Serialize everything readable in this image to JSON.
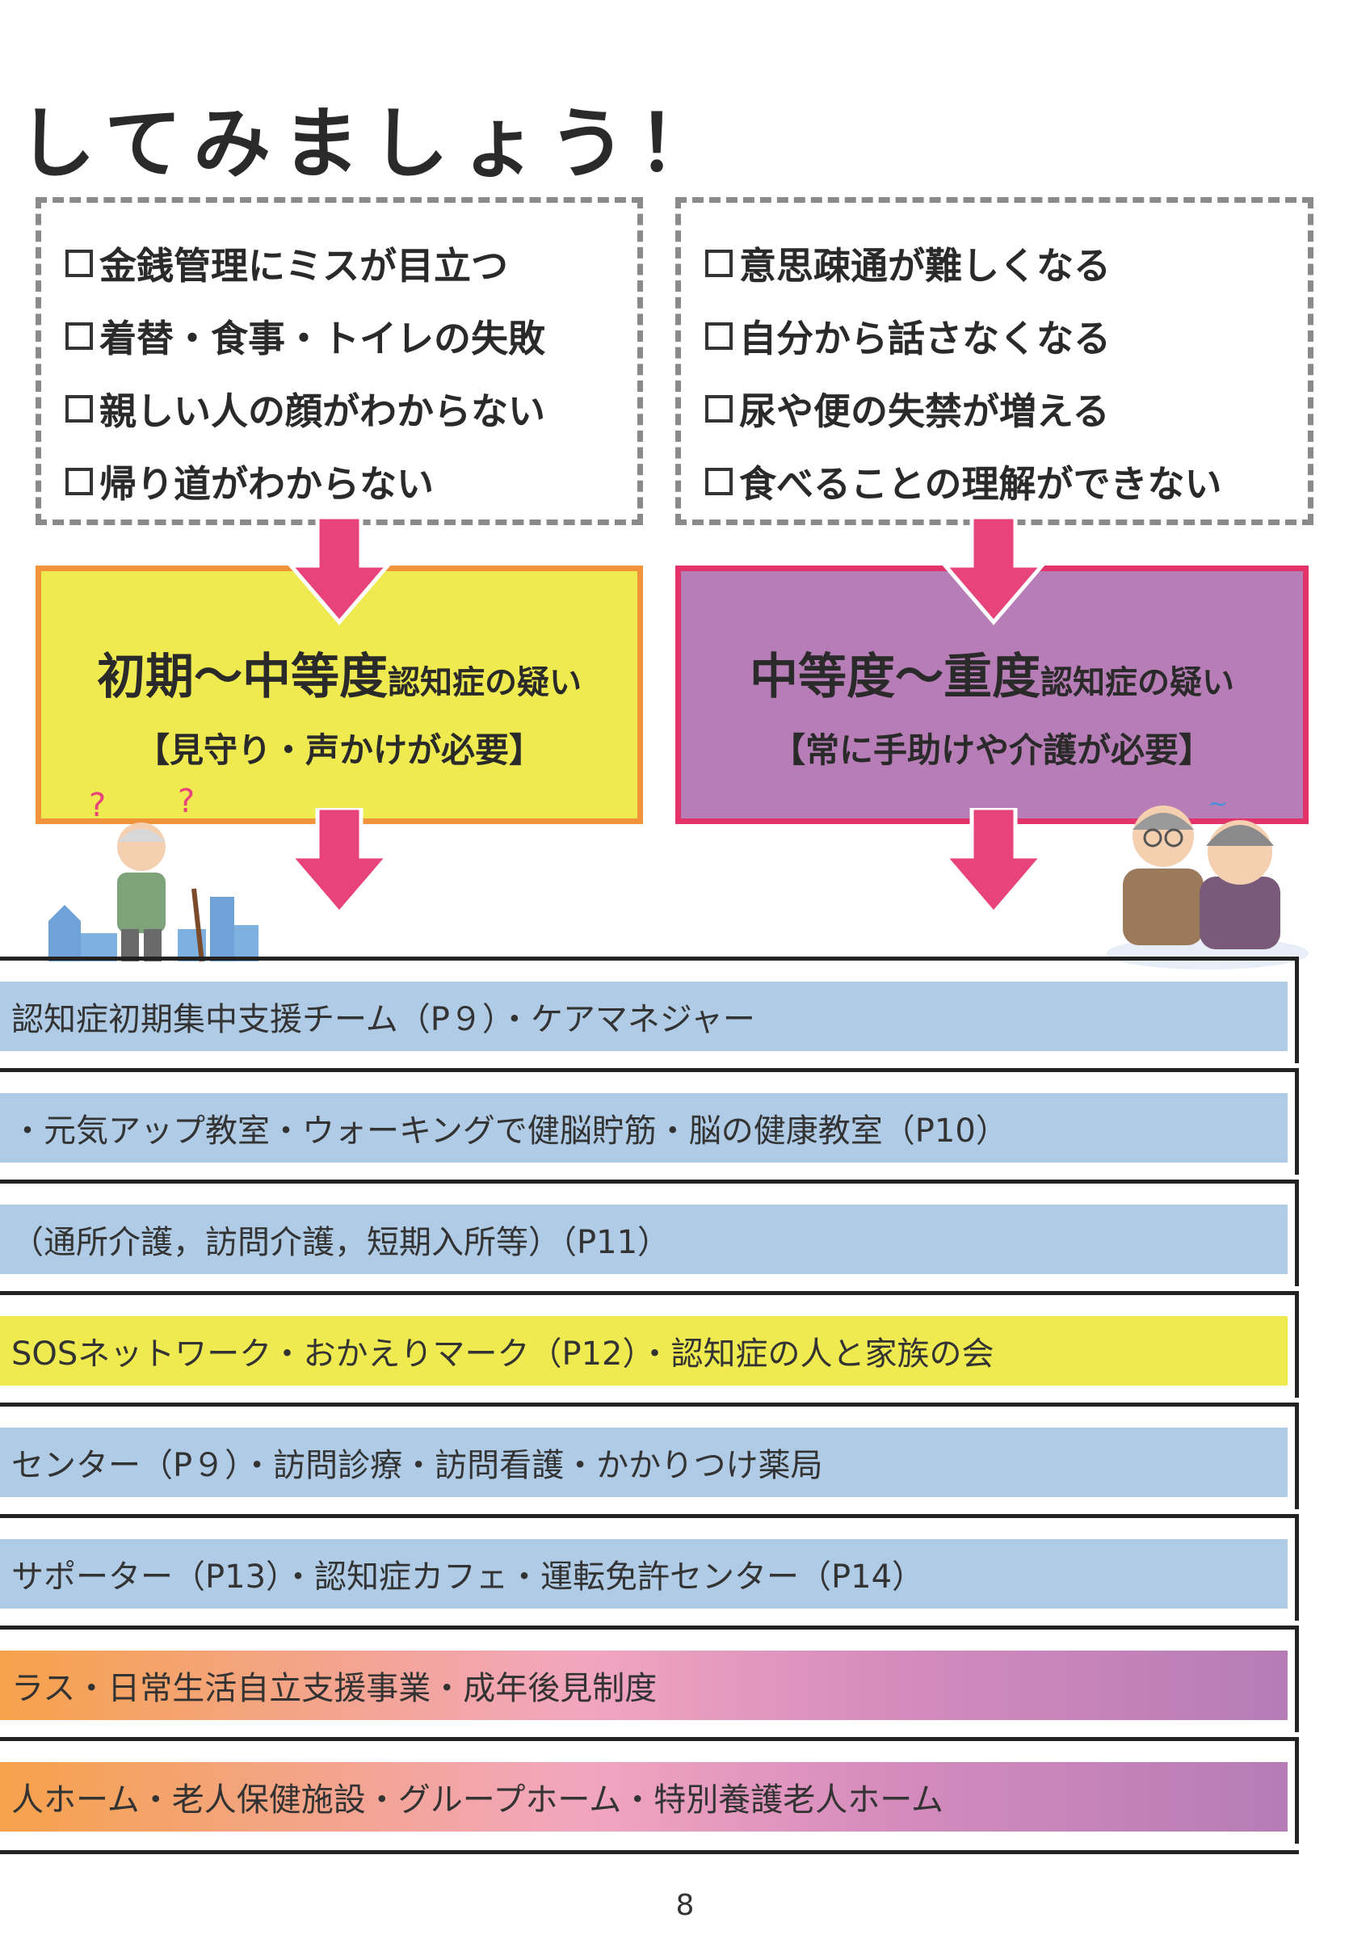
{
  "heading": "してみましょう！",
  "checklist_left": [
    "金銭管理にミスが目立つ",
    "着替・食事・トイレの失敗",
    "親しい人の顔がわからない",
    "帰り道がわからない"
  ],
  "checklist_right": [
    "意思疎通が難しくなる",
    "自分から話さなくなる",
    "尿や便の失禁が増える",
    "食べることの理解ができない"
  ],
  "stage_left": {
    "title_main": "初期～中等度",
    "title_suffix": "認知症の疑い",
    "subtitle": "【見守り・声かけが必要】"
  },
  "stage_right": {
    "title_main": "中等度～重度",
    "title_suffix": "認知症の疑い",
    "subtitle": "【常に手助けや介護が必要】"
  },
  "colors": {
    "yellow": "#eeea4f",
    "orange_border": "#f1933a",
    "purple": "#b77db6",
    "pink_border": "#e2336b",
    "arrow_pink": "#e8437a",
    "blue_bar": "#b0cbe5"
  },
  "services": [
    {
      "text": "認知症初期集中支援チーム（P９）・ケアマネジャー",
      "style": "blue"
    },
    {
      "text": "・元気アップ教室・ウォーキングで健脳貯筋・脳の健康教室（P10）",
      "style": "blue"
    },
    {
      "text": "（通所介護，訪問介護，短期入所等）（P11）",
      "style": "blue"
    },
    {
      "text": "SOSネットワーク・おかえりマーク（P12）・認知症の人と家族の会",
      "style": "yellow"
    },
    {
      "text": "センター（P９）・訪問診療・訪問看護・かかりつけ薬局",
      "style": "blue"
    },
    {
      "text": "サポーター（P13）・認知症カフェ・運転免許センター（P14）",
      "style": "blue"
    },
    {
      "text": "ラス・日常生活自立支援事業・成年後見制度",
      "style": "grad"
    },
    {
      "text": "人ホーム・老人保健施設・グループホーム・特別養護老人ホーム",
      "style": "grad"
    }
  ],
  "page_number": "8"
}
